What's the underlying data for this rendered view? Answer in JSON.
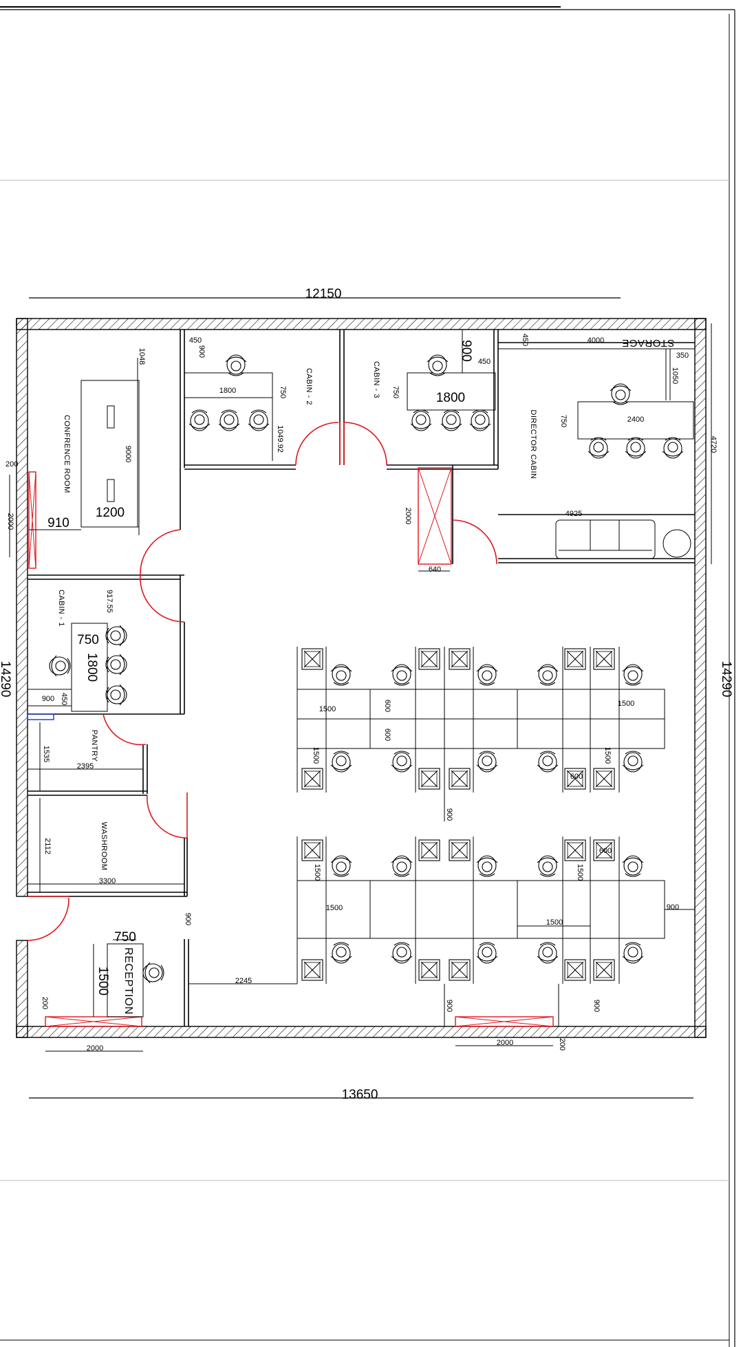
{
  "overall": {
    "top_width": "12150",
    "bottom_width": "13650",
    "left_height": "14290",
    "right_height": "14290"
  },
  "rooms": {
    "conference": "CONFRENCE ROOM",
    "cabin1": "CABIN - 1",
    "cabin2": "CABIN - 2",
    "cabin3": "CABIN - 3",
    "director": "DIRECTOR CABIN",
    "storage": "STORAGE",
    "pantry": "PANTRY",
    "washroom": "WASHROOM",
    "reception": "RECEPTION"
  },
  "dims": {
    "conf_1048": "1048",
    "conf_9000": "9000",
    "conf_1200": "1200",
    "conf_910": "910",
    "left_200": "200",
    "left_2000": "2000",
    "c2_450": "450",
    "c2_900": "900",
    "c2_1800": "1800",
    "c2_750": "750",
    "c2_1049": "1049.92",
    "c3_900": "900",
    "c3_450": "450",
    "c3_1800": "1800",
    "c3_750": "750",
    "door_2000": "2000",
    "door_640": "640",
    "dir_450": "450",
    "dir_4000": "4000",
    "dir_350": "350",
    "dir_1050": "1050",
    "dir_2400": "2400",
    "dir_750": "750",
    "dir_4720": "4720",
    "dir_4925": "4925",
    "c1_917": "917.55",
    "c1_750": "750",
    "c1_1800": "1800",
    "c1_900": "900",
    "c1_450": "450",
    "pantry_1535": "1535",
    "pantry_2395": "2395",
    "wash_2112": "2112",
    "wash_3300": "3300",
    "rec_750": "750",
    "rec_1500": "1500",
    "rec_200": "200",
    "rec_2000": "2000",
    "w_900a": "900",
    "w_2245": "2245",
    "ws_1500a": "1500",
    "ws_600a": "600",
    "ws_600b": "600",
    "ws_1500b": "1500",
    "ws_1500c": "1500",
    "ws_1500d": "1500",
    "ws_600c": "600",
    "ws_900a": "900",
    "ws_1500e": "1500",
    "ws_1500f": "1500",
    "ws_600d": "600",
    "ws_1500g": "1500",
    "ws_1500h": "1500",
    "ws_900b": "900",
    "b_900a": "900",
    "b_900b": "900",
    "b_2000": "2000",
    "b_200": "200"
  },
  "colors": {
    "wall": "#000000",
    "door": "#e0141c",
    "glass": "#1a33cc"
  }
}
